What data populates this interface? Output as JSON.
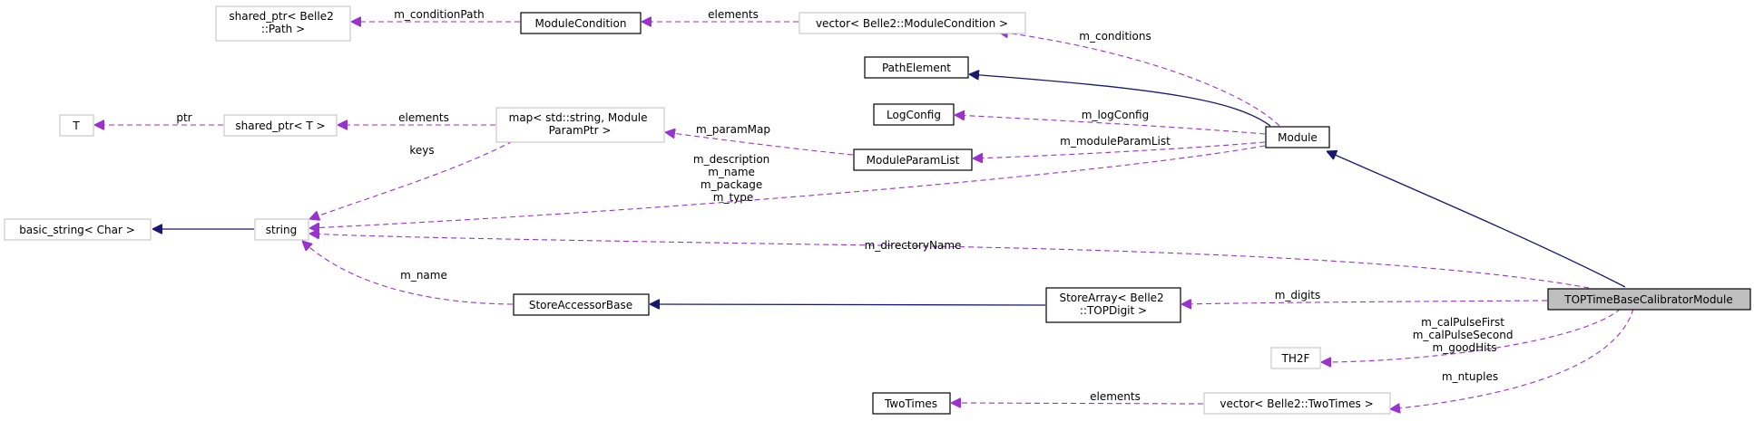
{
  "nodes": {
    "shared_ptr_path": "shared_ptr< Belle2 ::Path >",
    "module_condition": "ModuleCondition",
    "vector_module_condition": "vector< Belle2::ModuleCondition >",
    "path_element": "PathElement",
    "log_config": "LogConfig",
    "t": "T",
    "shared_ptr_t": "shared_ptr< T >",
    "map_module_param": "map< std::string, Module ParamPtr >",
    "module_param_list": "ModuleParamList",
    "module": "Module",
    "basic_string": "basic_string< Char >",
    "string": "string",
    "store_accessor_base": "StoreAccessorBase",
    "store_array_top_digit": "StoreArray< Belle2 ::TOPDigit >",
    "top_time_base_calibrator_module": "TOPTimeBaseCalibratorModule",
    "th2f": "TH2F",
    "two_times": "TwoTimes",
    "vector_two_times": "vector< Belle2::TwoTimes >"
  },
  "edge_labels": {
    "m_conditionPath": "m_conditionPath",
    "elements_conditions": "elements",
    "m_conditions": "m_conditions",
    "ptr": "ptr",
    "elements_shared_ptr_t": "elements",
    "keys": "keys",
    "m_paramMap": "m_paramMap",
    "m_logConfig": "m_logConfig",
    "m_moduleParamList": "m_moduleParamList",
    "module_string_fields": "m_description m_name m_package m_type",
    "m_directoryName": "m_directoryName",
    "m_name": "m_name",
    "m_digits": "m_digits",
    "histograms": "m_calPulseFirst m_calPulseSecond m_goodHits",
    "m_ntuples": "m_ntuples",
    "elements_two_times": "elements"
  },
  "colors": {
    "inheritance": "#191970",
    "usage": "#9a32cd",
    "focus_fill": "#bfbfbf",
    "external_border": "#bfbfbf"
  }
}
